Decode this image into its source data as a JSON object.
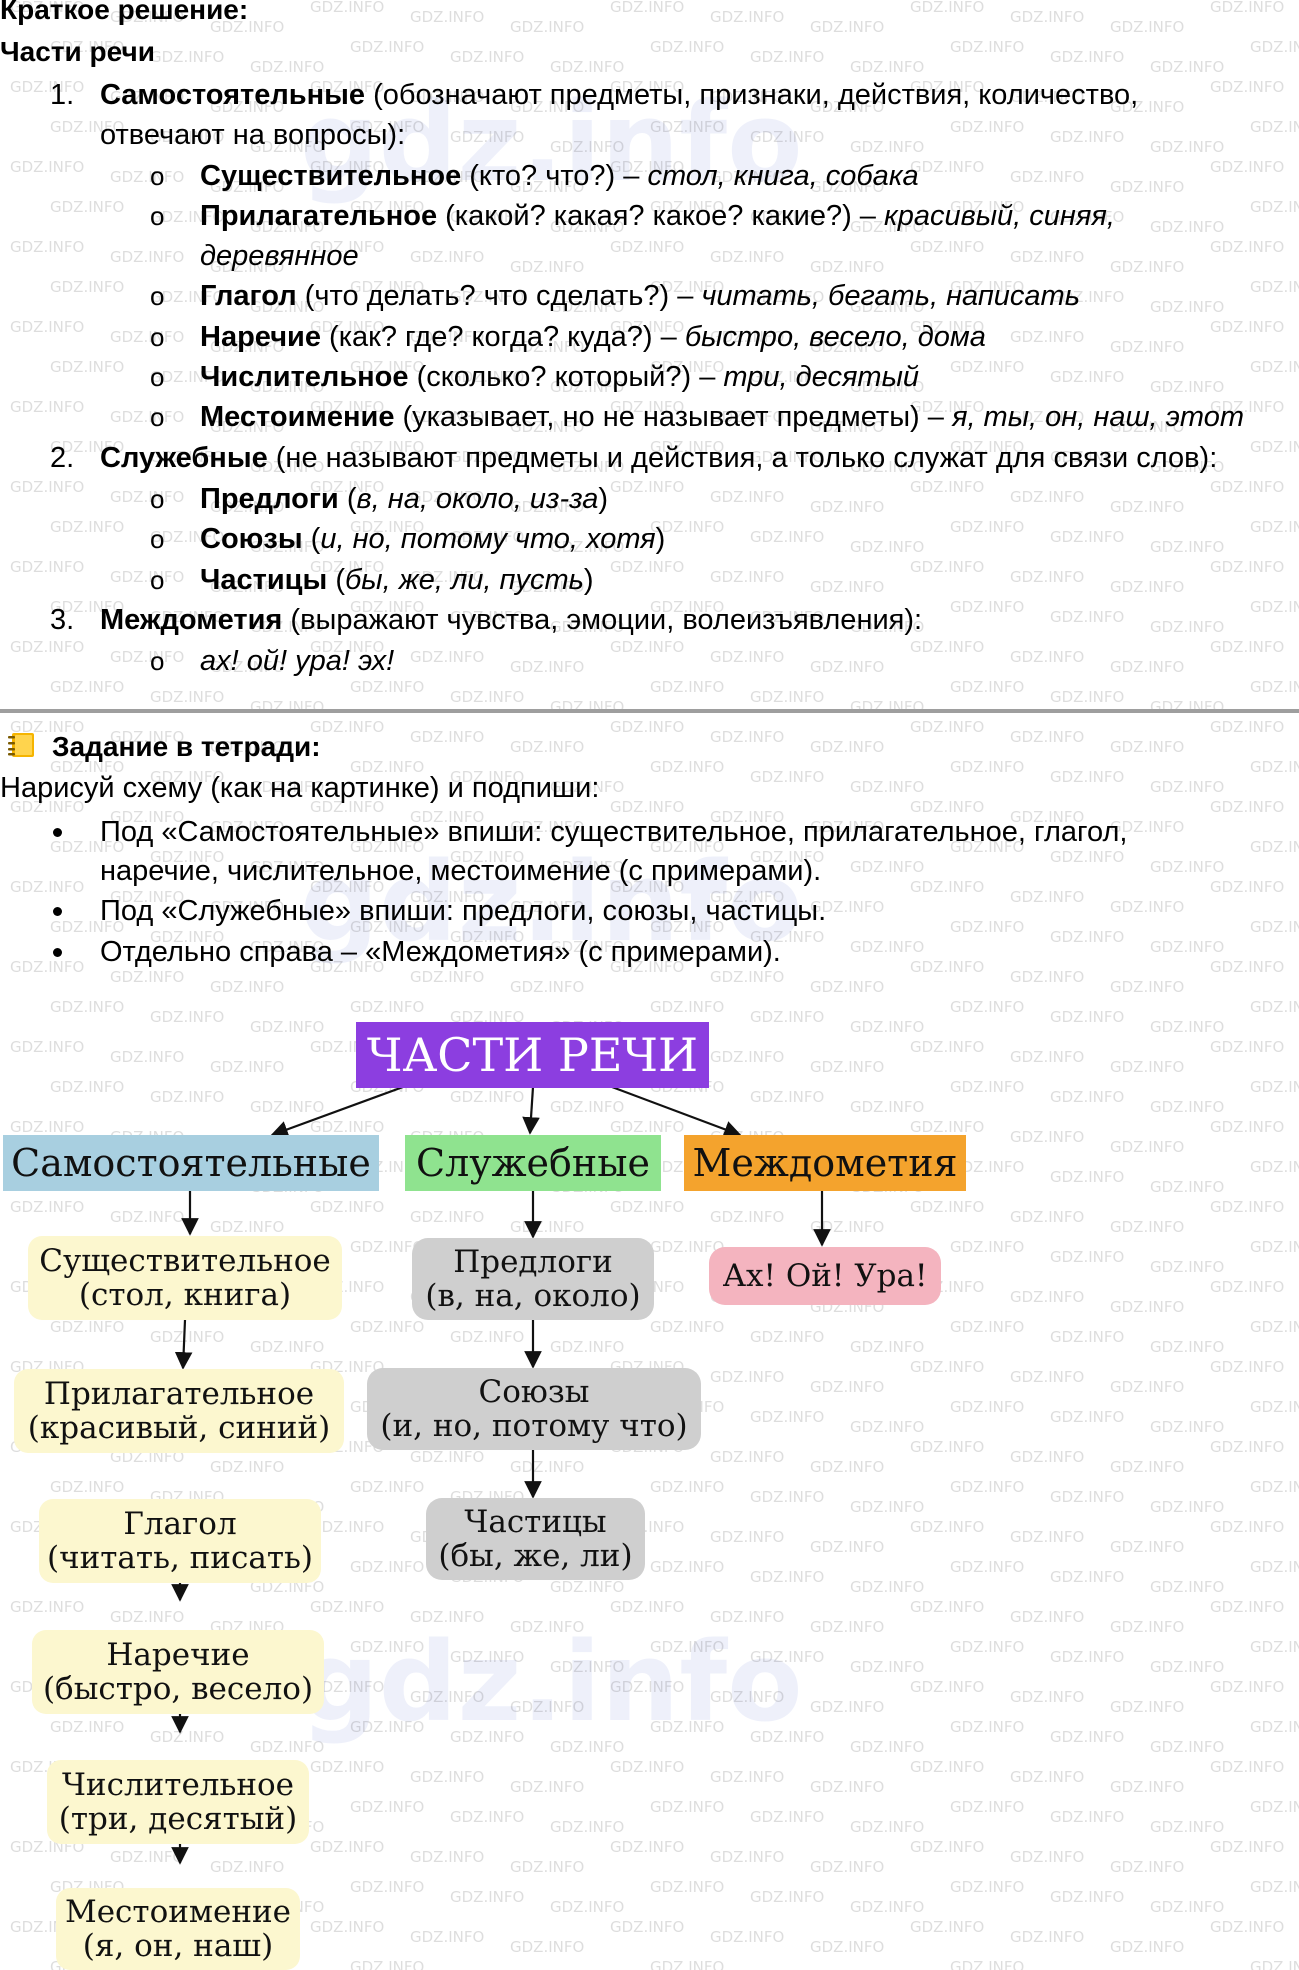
{
  "header": {
    "title": "Краткое решение:",
    "subtitle": "Части речи"
  },
  "solution": {
    "item1": {
      "num": "1.",
      "term": "Самостоятельные",
      "desc_line1": " (обозначают предметы, признаки, действия, количество,",
      "desc_line2": "отвечают на вопросы):",
      "sub": [
        {
          "term": "Существительное",
          "q": " (кто? что?) – ",
          "ex": "стол, книга, собака"
        },
        {
          "term": "Прилагательное",
          "q": " (какой? какая? какое? какие?) – ",
          "ex": "красивый, синяя,",
          "ex2": "деревянное"
        },
        {
          "term": "Глагол",
          "q": " (что делать? что сделать?) – ",
          "ex": "читать, бегать, написать"
        },
        {
          "term": "Наречие",
          "q": " (как? где? когда? куда?) – ",
          "ex": "быстро, весело, дома"
        },
        {
          "term": "Числительное",
          "q": " (сколько? который?) – ",
          "ex": "три, десятый"
        },
        {
          "term": "Местоимение",
          "q": " (указывает, но не называет предметы) – ",
          "ex": "я, ты, он, наш, этот"
        }
      ]
    },
    "item2": {
      "num": "2.",
      "term": "Служебные",
      "desc": " (не называют предметы и действия, а только служат для связи слов):",
      "sub": [
        {
          "term": "Предлоги",
          "open": " (",
          "ex": "в, на, около, из-за",
          "close": ")"
        },
        {
          "term": "Союзы",
          "open": " (",
          "ex": "и, но, потому что, хотя",
          "close": ")"
        },
        {
          "term": "Частицы",
          "open": " (",
          "ex": "бы, же, ли, пусть",
          "close": ")"
        }
      ]
    },
    "item3": {
      "num": "3.",
      "term": "Междометия",
      "desc": " (выражают чувства, эмоции, волеизъявления):",
      "sub": [
        {
          "ex": "ах! ой! ура! эх!"
        }
      ]
    },
    "bullet_marker": "o"
  },
  "task": {
    "title": "Задание в тетради:",
    "intro": "Нарисуй схему (как на картинке) и подпиши:",
    "bullets": [
      {
        "line1": "Под «Самостоятельные» впиши: существительное, прилагательное, глагол,",
        "line2": "наречие, числительное, местоимение (с примерами)."
      },
      {
        "line1": "Под «Служебные» впиши: предлоги, союзы, частицы."
      },
      {
        "line1": "Отдельно справа – «Междометия» (с примерами)."
      }
    ]
  },
  "diagram": {
    "title": "ЧАСТИ РЕЧИ",
    "categories": {
      "independent": "Самостоятельные",
      "service": "Служебные",
      "interjections": "Междометия"
    },
    "independent_nodes": [
      {
        "name": "Существительное",
        "examples": "(стол, книга)"
      },
      {
        "name": "Прилагательное",
        "examples": "(красивый, синий)"
      },
      {
        "name": "Глагол",
        "examples": "(читать, писать)"
      },
      {
        "name": "Наречие",
        "examples": "(быстро, весело)"
      },
      {
        "name": "Числительное",
        "examples": "(три, десятый)"
      },
      {
        "name": "Местоимение",
        "examples": "(я, он, наш)"
      }
    ],
    "service_nodes": [
      {
        "name": "Предлоги",
        "examples": "(в, на, около)"
      },
      {
        "name": "Союзы",
        "examples": "(и, но, потому что)"
      },
      {
        "name": "Частицы",
        "examples": "(бы, же, ли)"
      }
    ],
    "interjection_nodes": [
      {
        "name": "Ах! Ой! Ура!"
      }
    ],
    "colors": {
      "title_bg": "#8c3ee0",
      "independent_bg": "#a8cfe0",
      "service_bg": "#8fe38f",
      "interjections_bg": "#f4a32d",
      "independent_node_bg": "#fcf7cf",
      "service_node_bg": "#cfcfcf",
      "interjection_node_bg": "#f4b4bf"
    }
  },
  "watermark": {
    "text": "GDZ.INFO",
    "logo": "gdz.info"
  }
}
